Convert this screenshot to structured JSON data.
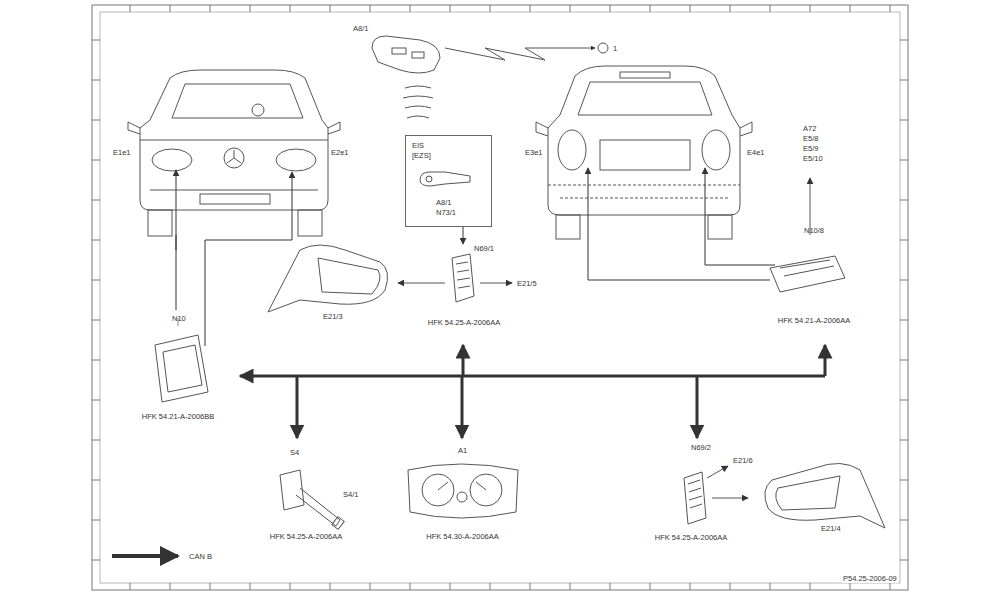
{
  "diagram": {
    "nodes": [
      {
        "text": [
          "EIS",
          "[EZS]"
        ]
      },
      {
        "text": [
          "A8/1",
          "N73/1"
        ],
        "in": 0
      },
      {
        "text": [
          "N69/1",
          "HFK 54.25-A-2006AA"
        ]
      },
      {
        "text": [
          "N10",
          "HFK 54.21-A-2006BB"
        ]
      },
      {
        "text": [
          "N10/8",
          "HFK 54.21-A-2006AA"
        ]
      },
      {
        "text": [
          "S4",
          "HFK 54.25-A-2006AA"
        ]
      },
      {
        "text": [
          "A1",
          "HFK 54.30-A-2006AA"
        ]
      },
      {
        "text": [
          "N69/2",
          "HFK 54.25-A-2006AA"
        ]
      }
    ],
    "edges": [
      {
        "from": 0,
        "to": 2,
        "arrow": "to"
      }
    ],
    "labels": [
      "A8/1",
      "1",
      "E1e1",
      "E2e1",
      "E3e1",
      "E4e1",
      "E21/3",
      "E21/5",
      "A72",
      "E5/8",
      "E5/9",
      "E5/10",
      "S4/1",
      "E21/6",
      "E21/4",
      "CAN B",
      "P54.25-2006-09"
    ]
  }
}
